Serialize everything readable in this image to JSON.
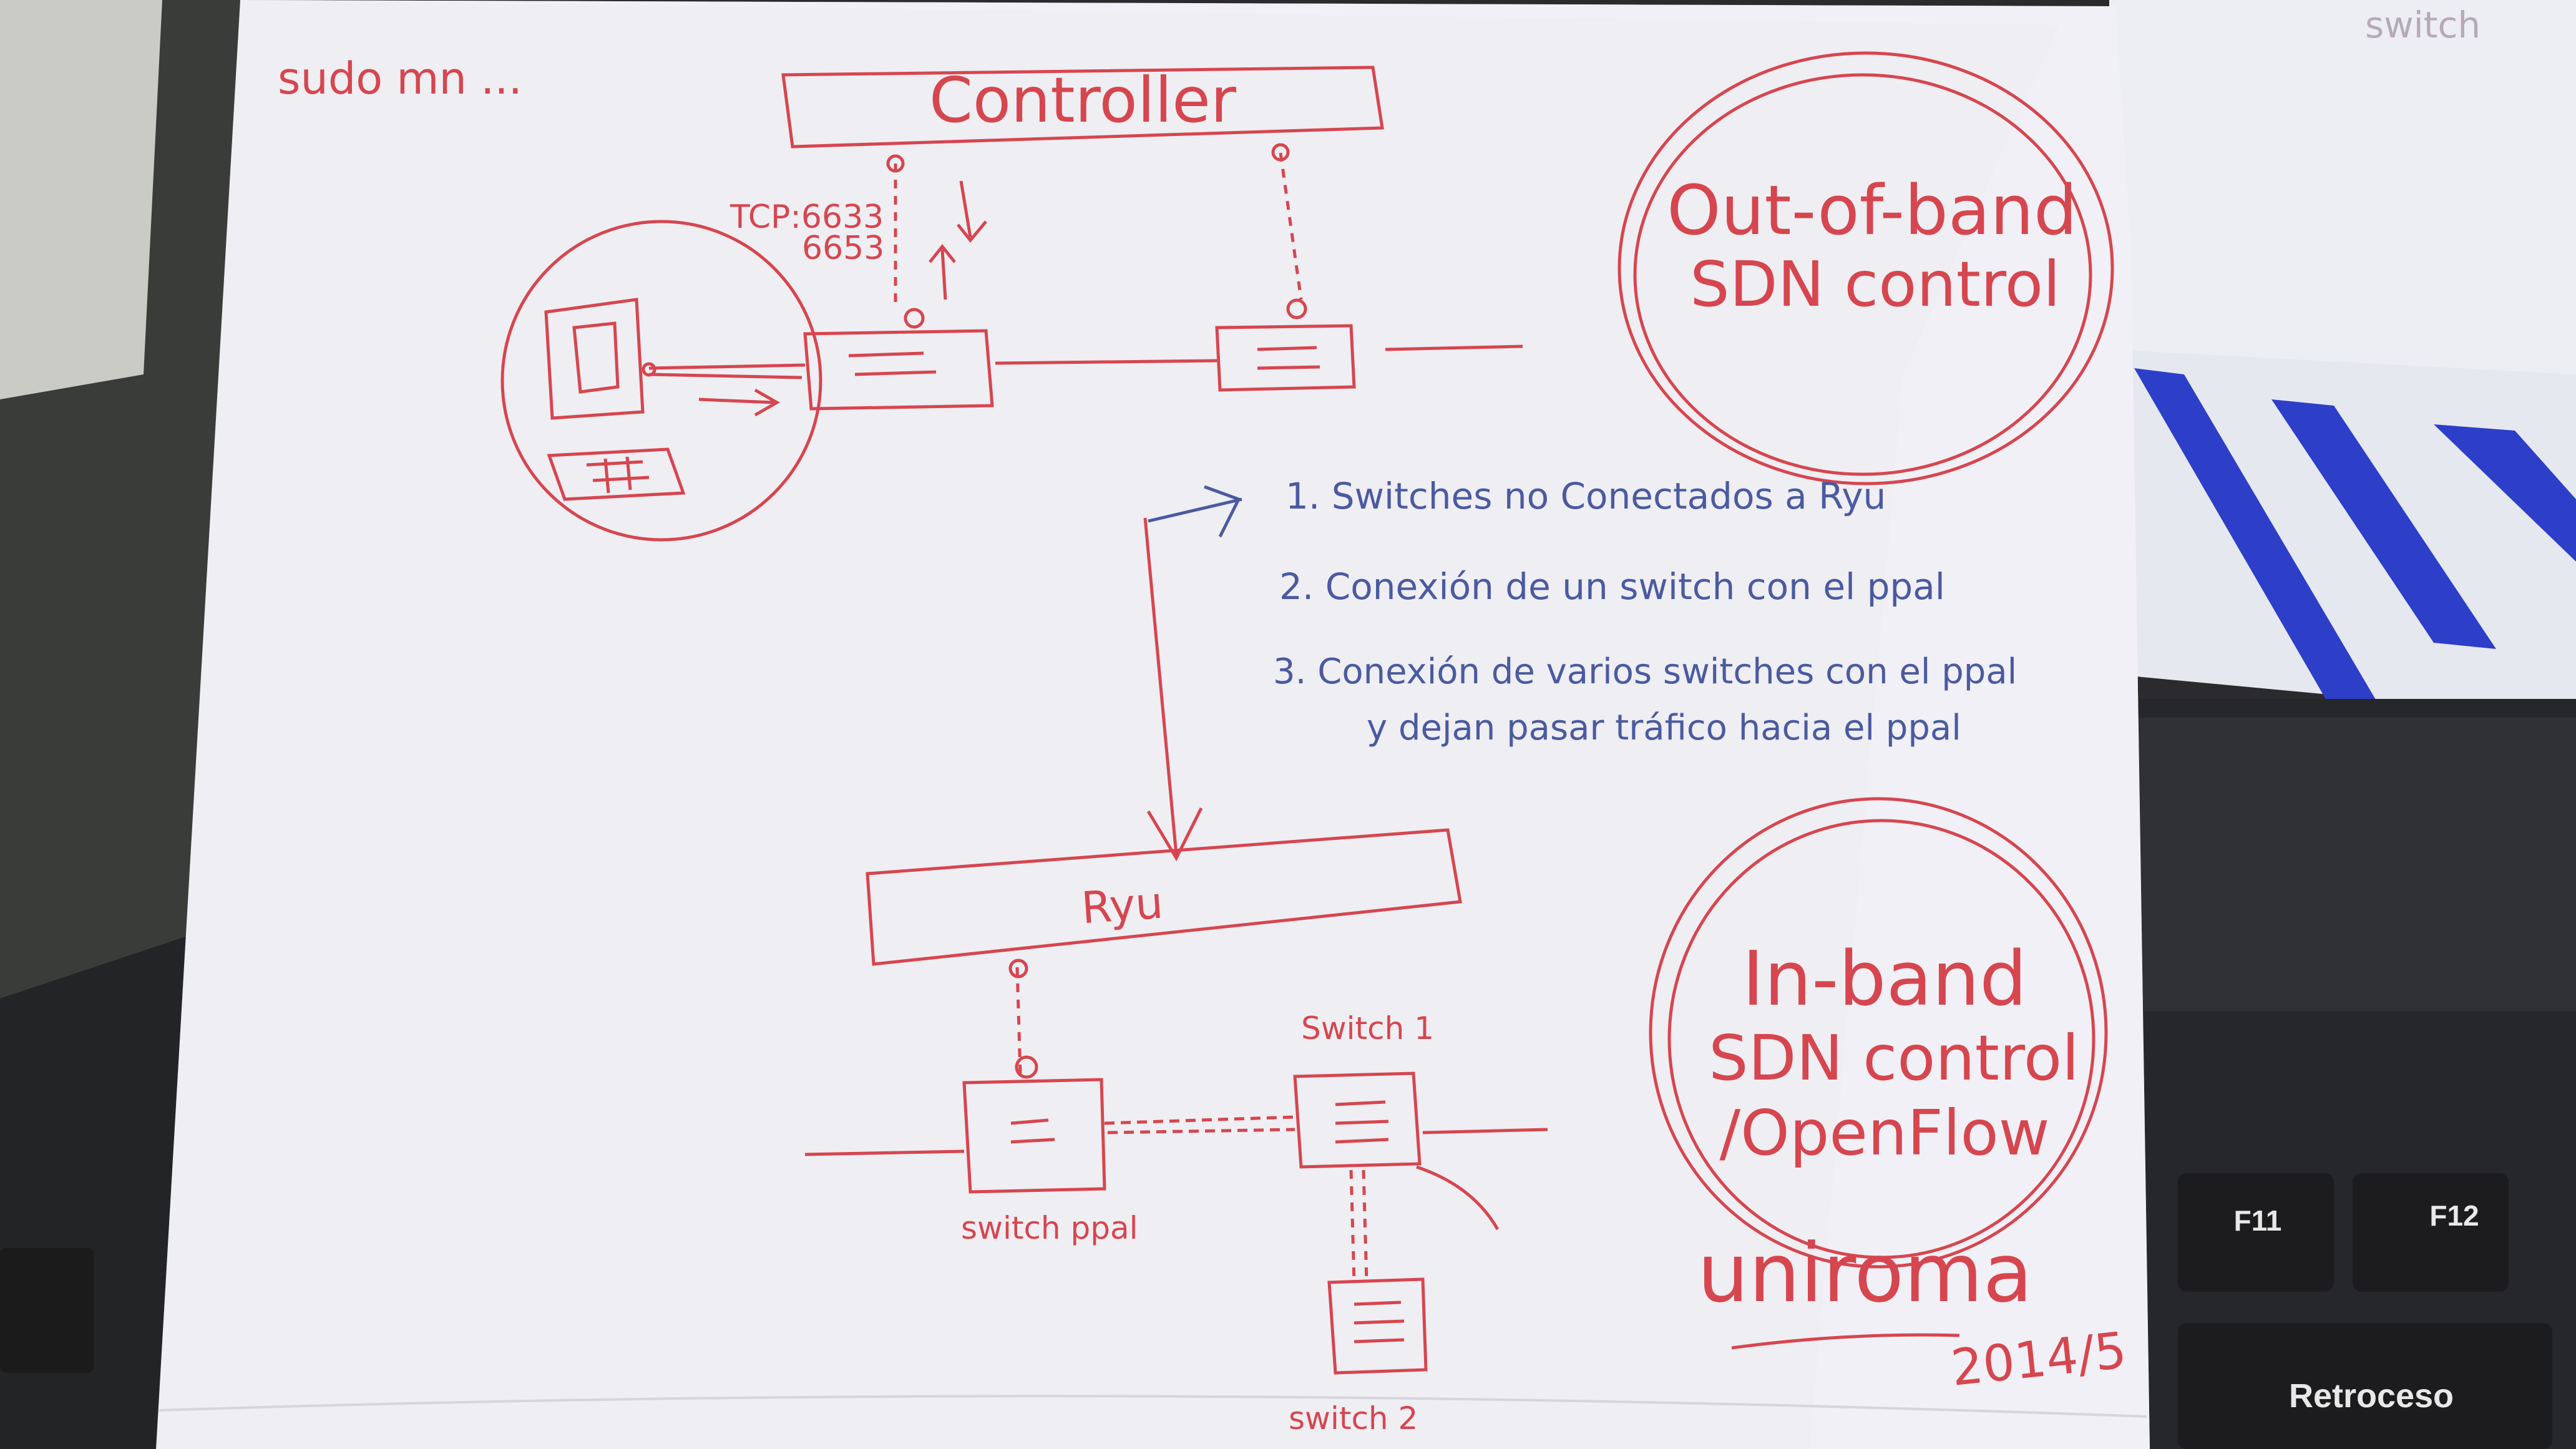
{
  "photo": {
    "paper_color": "#eeeef3",
    "ink_red": "#d6464f",
    "ink_blue": "#4b5aa0",
    "background_color": "#2a2a2d"
  },
  "top_note": "sudo mn ...",
  "background_paper_text": "switch",
  "out_of_band": {
    "controller_label": "Controller",
    "port_label_1": "TCP:6633",
    "port_label_2": "6653",
    "circle_line_1": "Out-of-band",
    "circle_line_2": "SDN control"
  },
  "steps": [
    "1. Switches no Conectados a Ryu",
    "2. Conexión de un switch con el ppal",
    "3. Conexión de varios switches con el ppal",
    "y dejan pasar tráfico hacia el ppal"
  ],
  "in_band": {
    "ryu_label": "Ryu",
    "switch_ppal_label": "switch ppal",
    "switch_1_label": "Switch 1",
    "switch_2_label": "switch 2",
    "circle_line_1": "In-band",
    "circle_line_2": "SDN control",
    "circle_line_3": "/OpenFlow"
  },
  "signature": "uniroma",
  "date": "2014/5",
  "keyboard": {
    "key_f11": "F11",
    "key_f12": "F12",
    "key_backspace": "Retroceso"
  }
}
